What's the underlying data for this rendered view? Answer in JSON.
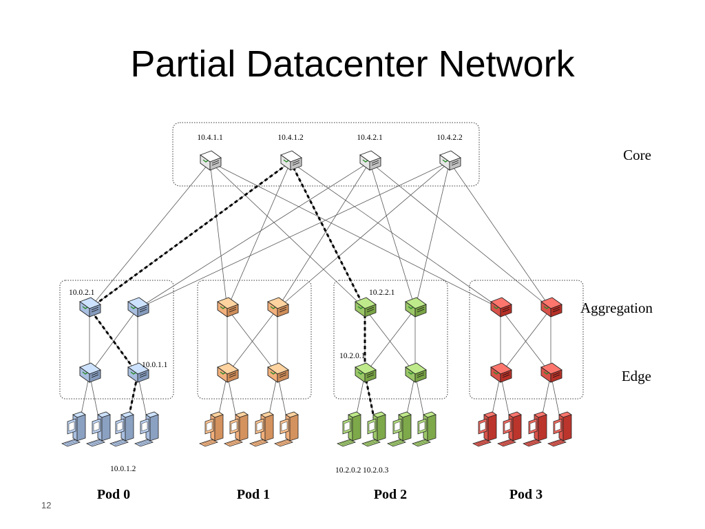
{
  "slide": {
    "title": "Partial Datacenter Network",
    "number": "12"
  },
  "layers": {
    "core": "Core",
    "aggregation": "Aggregation",
    "edge": "Edge"
  },
  "colors": {
    "core": "#e6e6e6",
    "pod0": "#a9bfe0",
    "pod1": "#f2b07c",
    "pod2": "#9cc768",
    "pod3": "#d9534a",
    "dashed_path": "#000000"
  },
  "core_switches": [
    {
      "id": "c0",
      "label": "10.4.1.1"
    },
    {
      "id": "c1",
      "label": "10.4.1.2"
    },
    {
      "id": "c2",
      "label": "10.4.2.1"
    },
    {
      "id": "c3",
      "label": "10.4.2.2"
    }
  ],
  "pods": [
    {
      "id": "pod0",
      "name": "Pod 0",
      "color_key": "pod0",
      "agg_labels": [
        "10.0.2.1",
        ""
      ],
      "edge_labels": [
        "",
        "10.0.1.1"
      ],
      "host_labels": [
        "",
        "",
        "10.0.1.2",
        ""
      ]
    },
    {
      "id": "pod1",
      "name": "Pod 1",
      "color_key": "pod1",
      "agg_labels": [
        "",
        ""
      ],
      "edge_labels": [
        "",
        ""
      ],
      "host_labels": [
        "",
        "",
        "",
        ""
      ]
    },
    {
      "id": "pod2",
      "name": "Pod 2",
      "color_key": "pod2",
      "agg_labels": [
        "10.2.2.1",
        ""
      ],
      "edge_labels": [
        "10.2.0.1",
        ""
      ],
      "host_labels": [
        "10.2.0.2",
        "10.2.0.3",
        "",
        ""
      ]
    },
    {
      "id": "pod3",
      "name": "Pod 3",
      "color_key": "pod3",
      "agg_labels": [
        "",
        ""
      ],
      "edge_labels": [
        "",
        ""
      ],
      "host_labels": [
        "",
        "",
        "",
        ""
      ]
    }
  ],
  "highlighted_path": [
    "pod0.host2",
    "pod0.edge1",
    "pod0.agg0",
    "c1",
    "pod2.agg0",
    "pod2.edge0",
    "pod2.host1"
  ]
}
